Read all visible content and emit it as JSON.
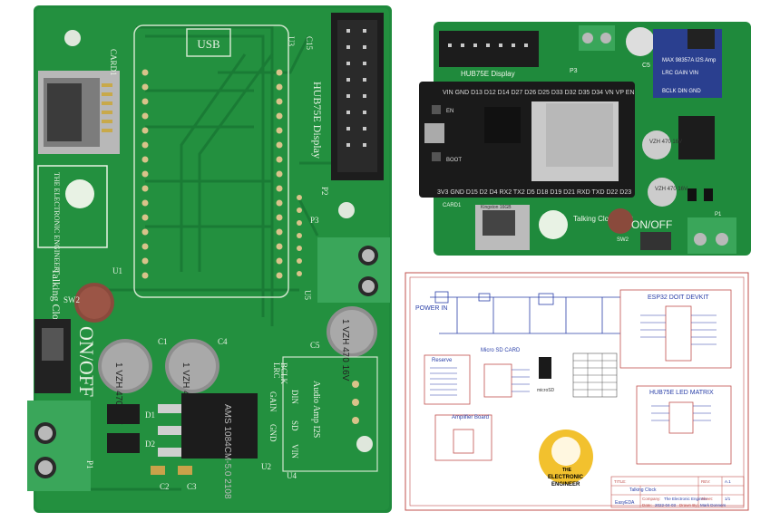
{
  "bare_board": {
    "usb_label": "USB",
    "hub_label": "HUB75E Display",
    "card_label": "CARD1",
    "logo_text": "THE ELECTRONIC ENGINEER",
    "title_text": "Talking Clock V1.0",
    "switch_label": "SW2",
    "on_off": "ON/OFF",
    "u1": "U1",
    "u2": "U2",
    "u3": "U3",
    "u4": "U4",
    "u5": "U5",
    "p1": "P1",
    "p2": "P2",
    "p3": "P3",
    "c1": "C1",
    "c2": "C2",
    "c3": "C3",
    "c4": "C4",
    "c5": "C5",
    "c15": "C15",
    "d1": "D1",
    "d2": "D2",
    "cap_text": "1 VZH 470 16V",
    "amp_label": "Audio Amp I2S",
    "amp_pins": [
      "LRC",
      "BCLK",
      "DIN",
      "GAIN",
      "SD",
      "GND",
      "VIN"
    ],
    "reg_text": "AMS 1084CM-5.0 2108"
  },
  "assembled_board": {
    "hub_label": "HUB75E Display",
    "pin_row_top": "VIN GND D13 D12 D14 D27 D26 D25 D33 D32 D35 D34 VN VP EN",
    "pin_row_bottom": "3V3 GND D15 D2 D4 RX2 TX2 D5 D18 D19 D21 RXD TXD D22 D23",
    "en_label": "EN",
    "boot_label": "BOOT",
    "sd_label": "Kingston 16GB",
    "amp_text": "MAX 98357A I2S Amp",
    "amp_pins": "BCLK DIN GND",
    "amp_pins_top": "LRC GAIN VIN",
    "title_text": "Talking Clock V1.0",
    "on_off": "ON/OFF",
    "card_label": "CARD1",
    "sw_label": "SW2",
    "cap_text": "VZH 470 16V",
    "p1": "P1",
    "p3": "P3",
    "c5": "C5"
  },
  "schematic": {
    "power_title": "POWER IN",
    "esp_title": "ESP32 DOIT DEVKIT",
    "reserve_title": "Reserve",
    "sd_title": "Micro SD CARD",
    "amp_title": "Amplifier Board",
    "hub_title": "HUB75E LED MATRIX",
    "sd_card_text": "microSD",
    "title_label": "TITLE:",
    "title_value": "Talking Clock",
    "rev_label": "REV:",
    "rev_value": "A.1",
    "company_label": "Company:",
    "company_value": "The Electronic Engineer",
    "sheet_label": "Sheet:",
    "sheet_value": "1/1",
    "date_label": "Date:",
    "date_value": "2022-04-03",
    "drawn_label": "Drawn By:",
    "drawn_value": "Mark Donners",
    "easyeda": "EasyEDA",
    "logo_line1": "THE",
    "logo_line2": "ELECTRONIC",
    "logo_line3": "ENGINEER"
  },
  "colors": {
    "pcb_green": "#1f8a3c",
    "pcb_dark": "#156d2c",
    "terminal_green": "#3aa65a",
    "schematic_border": "#c0504d",
    "schematic_blue": "#2a3fa8",
    "logo_yellow": "#f2c12e"
  }
}
